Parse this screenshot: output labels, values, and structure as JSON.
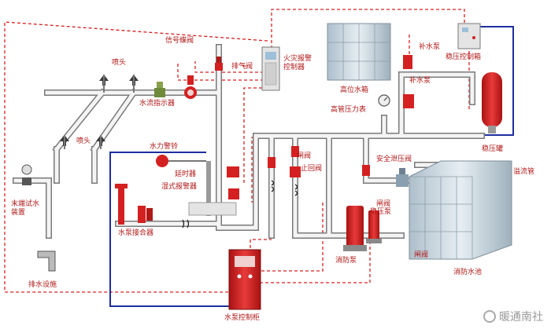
{
  "labels": {
    "sprinkler_top": "喷头",
    "sprinkler_bottom": "喷头",
    "signal_valve": "信号蝶阀",
    "flow_indicator": "水流指示器",
    "exhaust_valve": "排气阀",
    "fire_alarm_controller": "火灾报警控制器",
    "high_tank": "高位水箱",
    "makeup_pump_top": "补水泵",
    "makeup_pump_mid": "补水泵",
    "pressure_control_box": "稳压控制箱",
    "high_pipe_gauge": "高管压力表",
    "pressure_tank": "稳压罐",
    "water_bell": "水力警铃",
    "delay_device": "延时器",
    "wet_alarm_valve": "湿式报警器",
    "gate_valve_1": "闸阀",
    "check_valve": "止回阀",
    "safety_relief_valve": "安全泄压阀",
    "overflow_pipe": "溢流管",
    "end_test_device": "末端试水装置",
    "pump_adapter": "水泵接合器",
    "gate_valve_2": "闸阀",
    "booster_pump": "稳压泵",
    "fire_pump": "消防泵",
    "gate_valve_3": "闸阀",
    "fire_pool": "消防水池",
    "drain": "排水设施",
    "pump_control_cabinet": "水泵控制柜"
  },
  "watermark": "暖通南社",
  "colors": {
    "pipe_fill": "#f2f2f2",
    "pipe_edge": "#7a7a7a",
    "red": "#d42020",
    "dashed": "#d42020",
    "blue": "#1d2f9e",
    "tank": "#c9d6df"
  }
}
